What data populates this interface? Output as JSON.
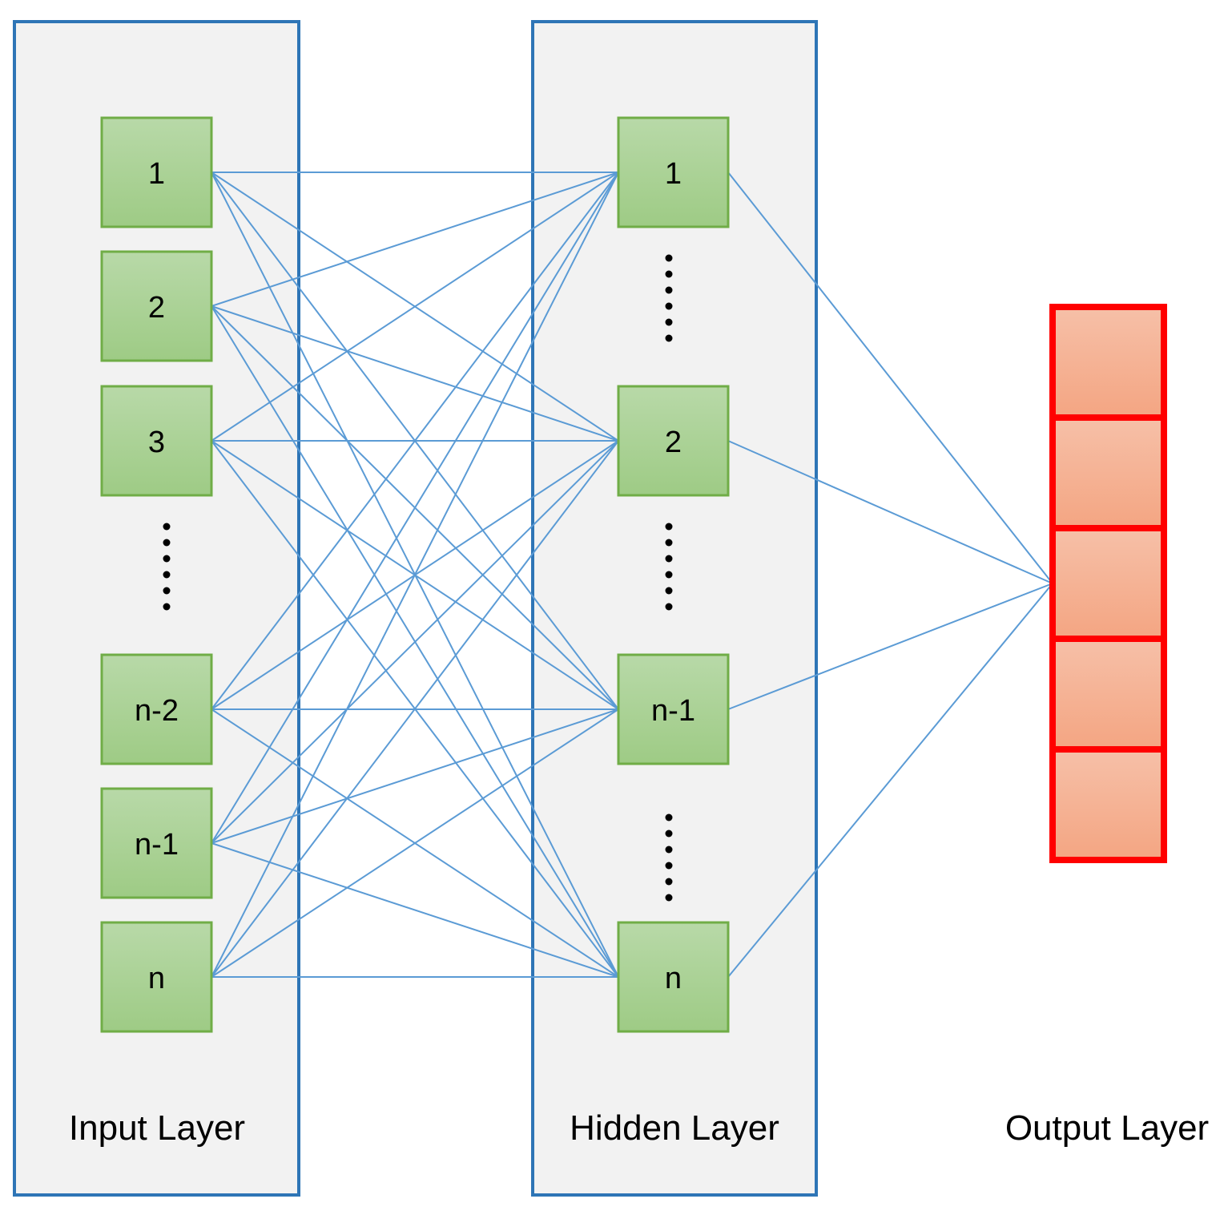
{
  "colors": {
    "panel_fill": "#f2f2f2",
    "panel_border": "#2e75b6",
    "node_fill_top": "#b8d9a8",
    "node_fill_bottom": "#9ecb85",
    "node_border": "#70ad47",
    "edge": "#5b9bd5",
    "output_border": "#ff0000",
    "output_fill_top": "#f6c0a8",
    "output_fill_bottom": "#f4a582",
    "dots": "#000000"
  },
  "input_layer": {
    "label": "Input Layer",
    "nodes": [
      "1",
      "2",
      "3",
      "n-2",
      "n-1",
      "n"
    ]
  },
  "hidden_layer": {
    "label": "Hidden Layer",
    "nodes": [
      "1",
      "2",
      "n-1",
      "n"
    ]
  },
  "output_layer": {
    "label": "Output Layer",
    "cell_count": 5
  }
}
